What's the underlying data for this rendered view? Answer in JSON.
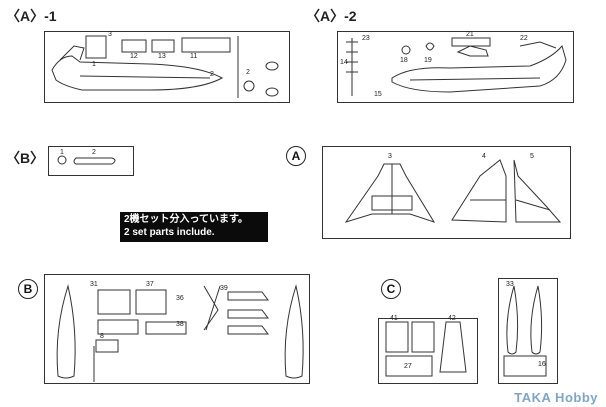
{
  "labels": {
    "a1": "〈A〉-1",
    "a2": "〈A〉-2",
    "b": "〈B〉",
    "circle_a": "A",
    "circle_b": "B",
    "circle_c": "C"
  },
  "note": {
    "line1": "2機セット分入っています。",
    "line2": "2 set parts include."
  },
  "numbers": {
    "a1": [
      "1",
      "3",
      "2",
      "12",
      "13",
      "11",
      "2"
    ],
    "a2": [
      "14",
      "23",
      "21",
      "18",
      "19",
      "22",
      "15"
    ],
    "b": [
      "1",
      "2"
    ],
    "pa": [
      "3",
      "4",
      "5"
    ],
    "pb": [
      "31",
      "37",
      "36",
      "39",
      "38",
      "8"
    ],
    "pc": [
      "41",
      "42",
      "27",
      "33",
      "16"
    ]
  },
  "watermark": "TAKA Hobby"
}
